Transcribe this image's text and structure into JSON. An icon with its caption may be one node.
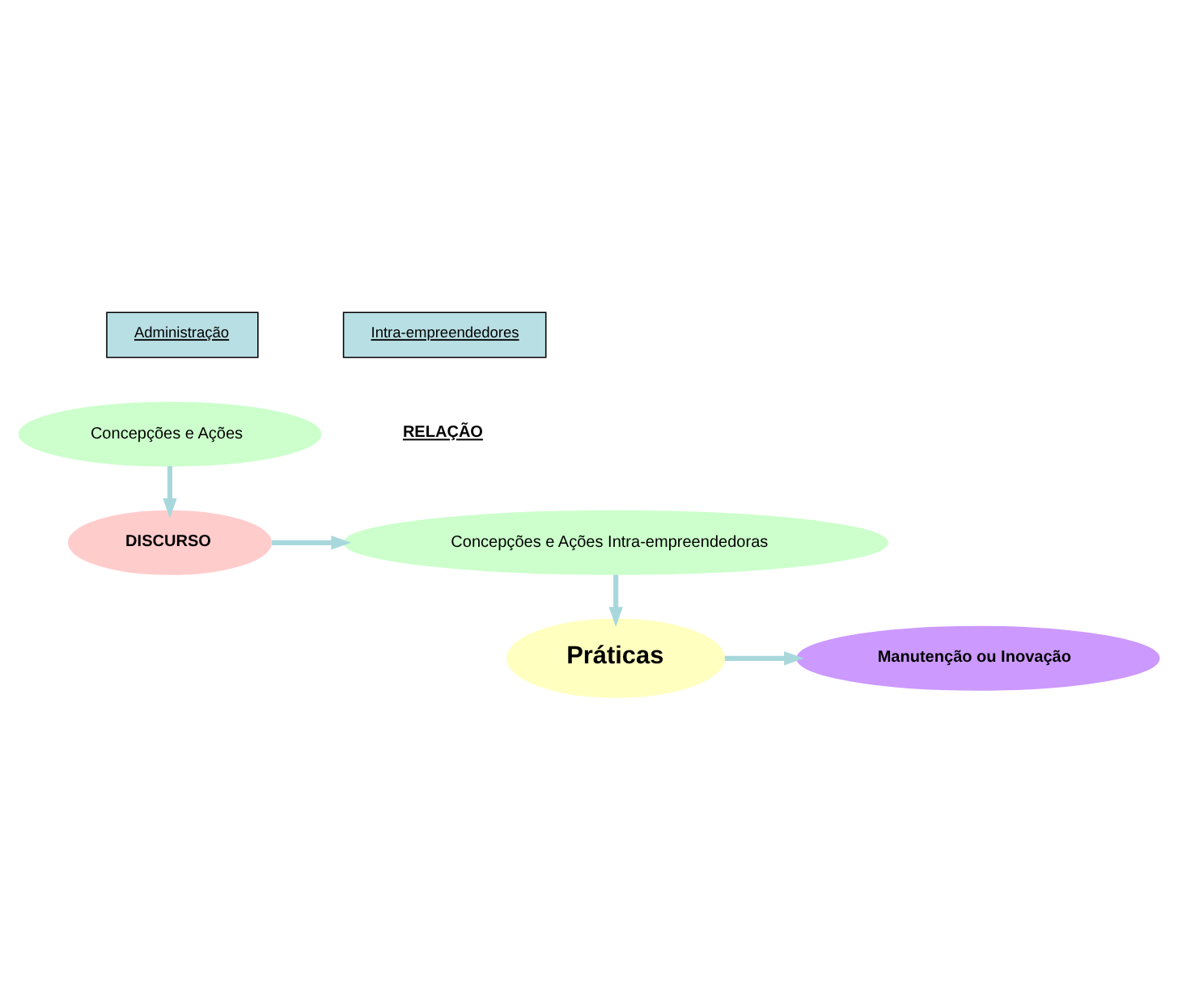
{
  "diagram": {
    "nodes": [
      {
        "text": [
          "Administração"
        ]
      },
      {
        "text": [
          "Intra-empreendedores"
        ]
      },
      {
        "text": [
          "Concepções e Ações"
        ]
      },
      {
        "text": [
          "DISCURSO"
        ]
      },
      {
        "text": [
          "Concepções e Ações Intra-empreendedoras"
        ]
      },
      {
        "text": [
          "Práticas"
        ]
      },
      {
        "text": [
          "Manutenção ou Inovação"
        ]
      }
    ],
    "edges": [
      {
        "from": 2,
        "to": 3,
        "arrow": "to"
      },
      {
        "from": 3,
        "to": 4,
        "arrow": "to"
      },
      {
        "from": 4,
        "to": 5,
        "arrow": "to"
      },
      {
        "from": 5,
        "to": 6,
        "arrow": "to"
      }
    ],
    "labels": [
      "RELAÇÃO"
    ]
  }
}
